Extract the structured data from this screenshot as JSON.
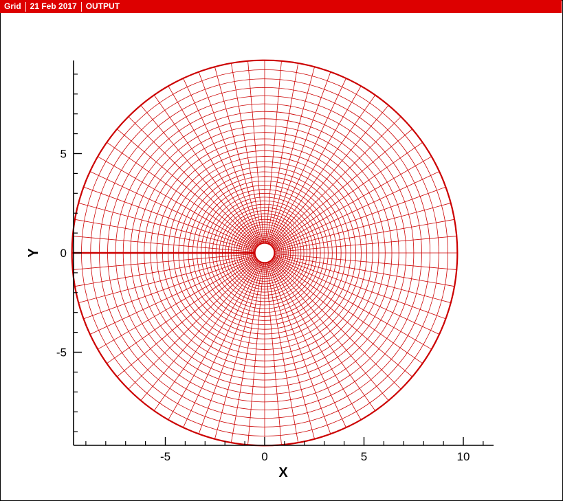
{
  "header": {
    "title": "Grid",
    "date": "21 Feb 2017",
    "label": "OUTPUT",
    "bg_color": "#dd0000"
  },
  "chart_data": {
    "type": "polar-grid",
    "xlabel": "X",
    "ylabel": "Y",
    "xlim": [
      -9.6,
      11.5
    ],
    "ylim": [
      -9.6,
      9.6
    ],
    "xticks": [
      -5,
      0,
      5,
      10
    ],
    "yticks": [
      -5,
      0,
      5
    ],
    "xtick_labels": [
      "-5",
      "0",
      "5",
      "10"
    ],
    "ytick_labels": [
      "-5",
      "0",
      "5"
    ],
    "grid_center": [
      0,
      0
    ],
    "inner_radius": 0.5,
    "outer_radius": 9.7,
    "radial_lines": 72,
    "rings": 40,
    "grid_color": "#cc0000"
  }
}
